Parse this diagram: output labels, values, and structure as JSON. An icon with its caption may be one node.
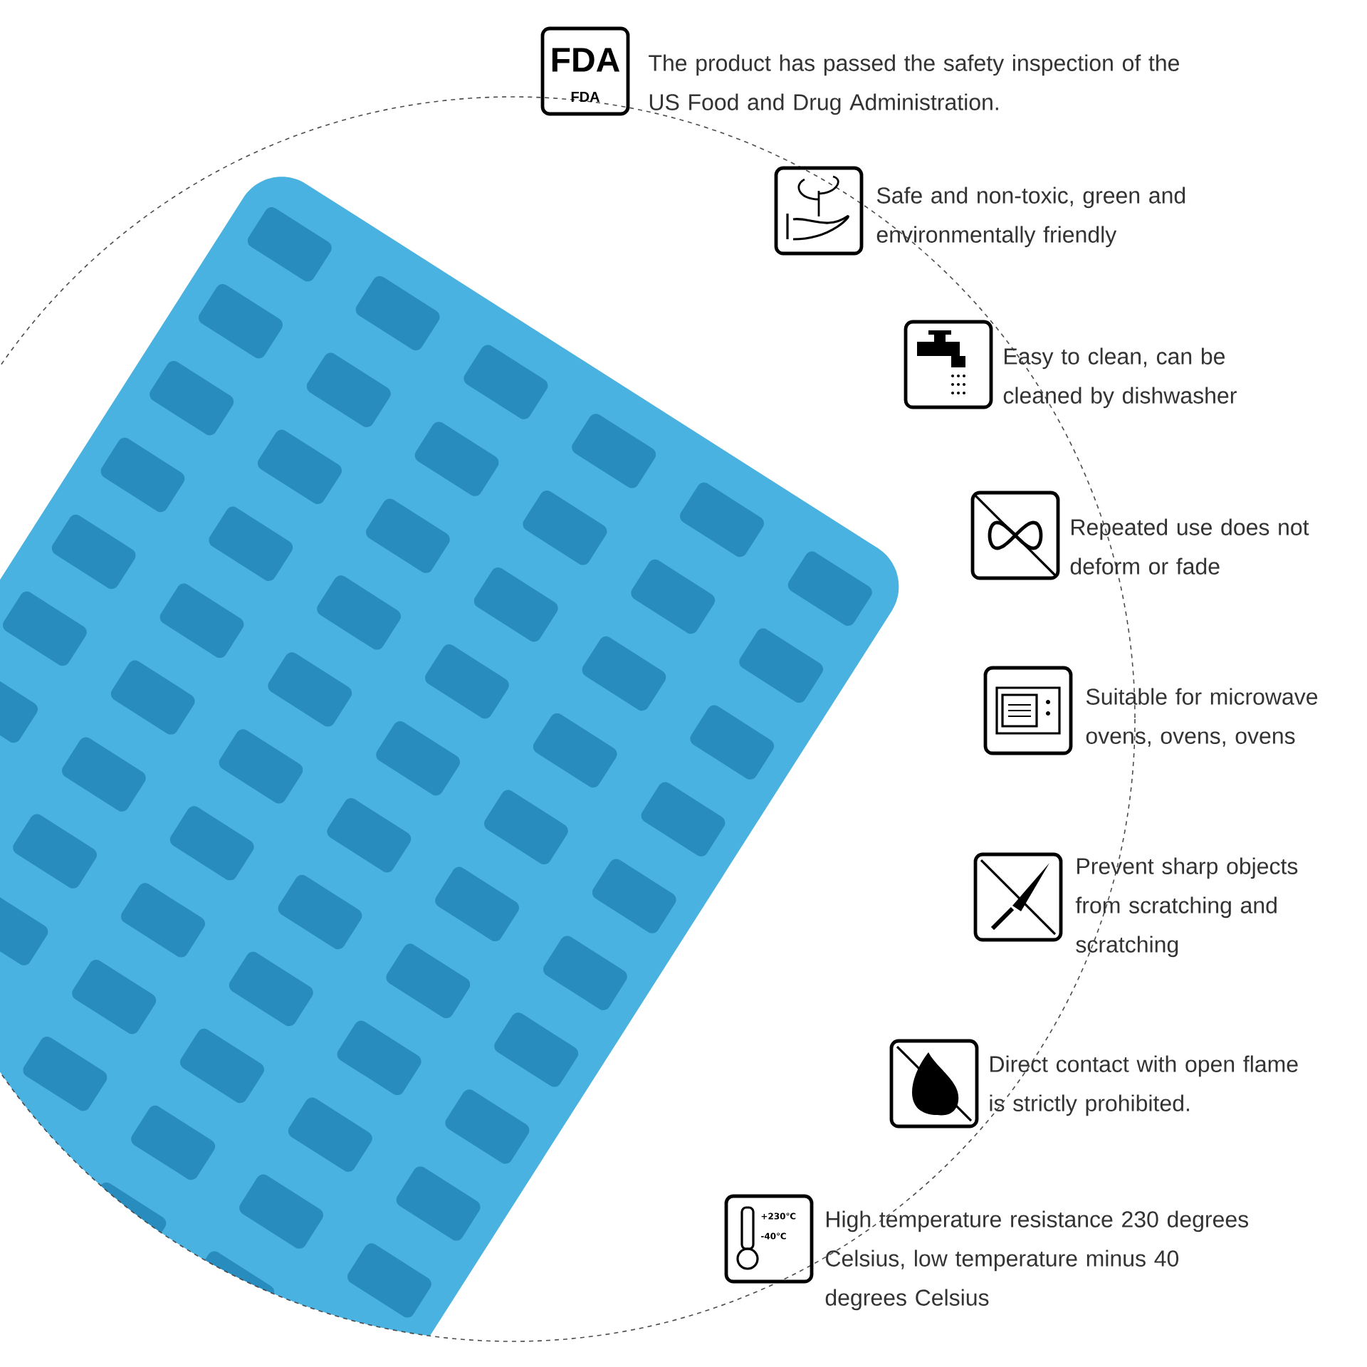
{
  "diagram": {
    "labels": [
      "FDA",
      "FDA",
      "The product has passed the safety inspection of the US Food and Drug Administration.",
      "Safe and non-toxic, green and environmentally friendly",
      "Easy to clean, can be cleaned by dishwasher",
      "Repeated use does not deform or fade",
      "Suitable for microwave ovens, ovens, ovens",
      "Prevent sharp objects from scratching and scratching",
      "Direct contact with open flame is strictly prohibited.",
      "+230℃",
      "-40℃",
      "High temperature resistance 230 degrees Celsius, low temperature minus 40 degrees Celsius"
    ]
  }
}
